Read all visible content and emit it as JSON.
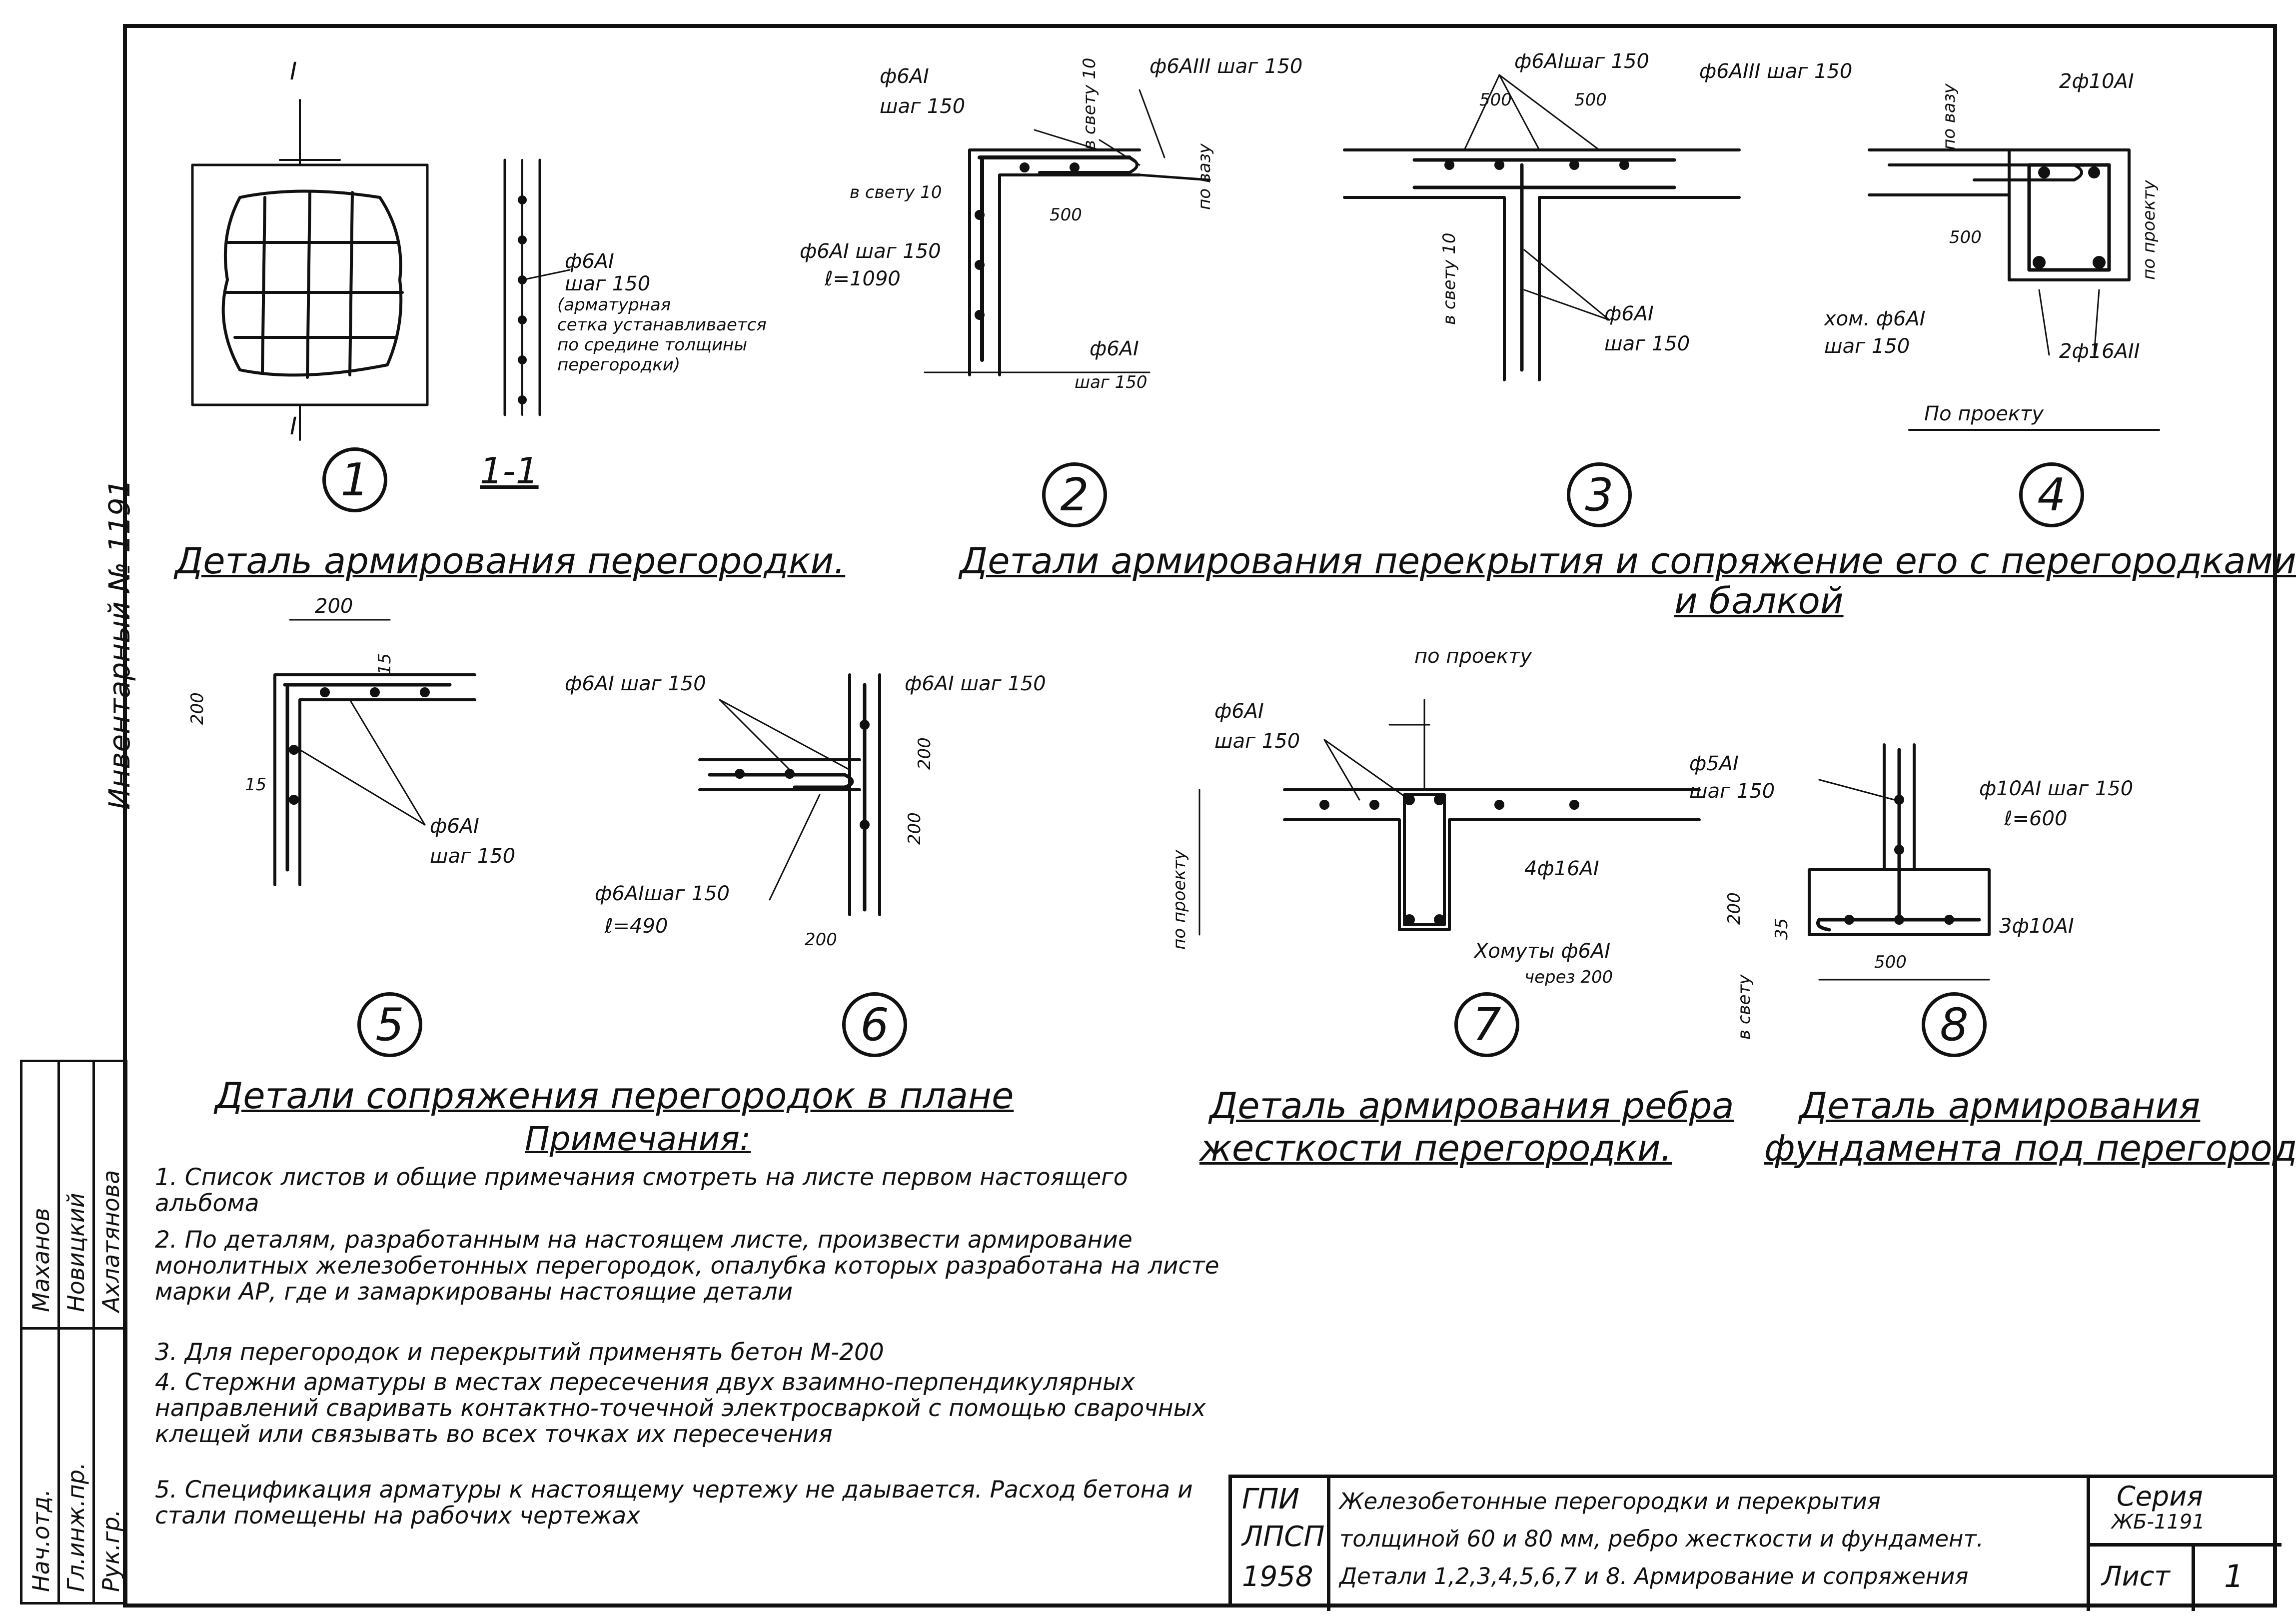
{
  "inventory_label": "Инвентарный № 1191",
  "signatures": {
    "roles": [
      "Нач.отд.",
      "Гл.инж.пр.",
      "Рук.гр."
    ],
    "names": [
      "Маханов",
      "Новицкий",
      "Ахлатянова"
    ]
  },
  "details_1": {
    "number": "1",
    "section_mark": "1-1",
    "cut_label_top": "I",
    "cut_label_bottom": "I",
    "rebar_label": "ф6АI",
    "rebar_step": "шаг 150",
    "mesh_note_lines": [
      "(арматурная",
      "сетка устанавливается",
      "по средине толщины",
      "перегородки)"
    ],
    "caption": "Деталь армирования перегородки."
  },
  "details_2": {
    "number": "2",
    "labels": [
      "ф6АI",
      "шаг 150",
      "в свету 10",
      "500",
      "ф6АI шаг 150",
      "ℓ=1090",
      "ф6АI",
      "шаг 150",
      "ф6АIII шаг 150",
      "в свету 10",
      "по вазу"
    ]
  },
  "details_3": {
    "number": "3",
    "labels": [
      "ф6АIшаг 150",
      "500",
      "500",
      "ф6АIII шаг 150",
      "в свету 10",
      "ф6АI",
      "шаг 150"
    ]
  },
  "details_4": {
    "number": "4",
    "labels": [
      "2ф10АI",
      "по вазу",
      "по проекту",
      "500",
      "хом. ф6АI",
      "шаг 150",
      "2ф16АII",
      "По проекту"
    ]
  },
  "caption_2_4": {
    "line1": "Детали армирования перекрытия и сопряжение его с перегородками",
    "line2": "и балкой"
  },
  "details_5": {
    "number": "5",
    "labels": [
      "200",
      "15",
      "200",
      "15",
      "ф6АI",
      "шаг 150"
    ]
  },
  "details_6": {
    "number": "6",
    "labels": [
      "ф6АI шаг 150",
      "ф6АI шаг 150",
      "200",
      "200",
      "ф6АIшаг 150",
      "ℓ=490",
      "200"
    ]
  },
  "caption_5_6": "Детали сопряжения перегородок в плане",
  "details_7": {
    "number": "7",
    "labels": [
      "по проекту",
      "ф6АI",
      "шаг 150",
      "по проекту",
      "4ф16АI",
      "Хомуты ф6АI",
      "через 200"
    ],
    "caption_line1": "Деталь армирования ребра",
    "caption_line2": "жесткости перегородки."
  },
  "details_8": {
    "number": "8",
    "labels": [
      "ф5АI",
      "шаг 150",
      "ф10АI шаг 150",
      "ℓ=600",
      "200",
      "35",
      "в свету",
      "3ф10АI",
      "500"
    ],
    "caption_line1": "Деталь армирования",
    "caption_line2": "фундамента под перегородки."
  },
  "notes": {
    "title": "Примечания:",
    "items": [
      "1. Список листов и общие примечания смотреть на листе первом настоящего альбома",
      "2. По деталям, разработанным на настоящем листе, произвести армирование монолитных железобетонных перегородок, опалубка которых разработана на листе марки АР, где и замаркированы настоящие детали",
      "3. Для перегородок и перекрытий применять бетон М-200",
      "4. Стержни арматуры в местах пересечения двух взаимно-перпендикулярных направлений сваривать контактно-точечной электросваркой с помощью сварочных клещей или связывать во всех точках их пересечения",
      "5. Спецификация арматуры к настоящему чертежу не даывается. Расход бетона и стали помещены на рабочих чертежах"
    ]
  },
  "stamp": {
    "org_lines": [
      "ГПИ",
      "ЛПСП",
      "1958"
    ],
    "title_lines": [
      "Железобетонные перегородки и перекрытия",
      "толщиной 60 и 80 мм, ребро жесткости и фундамент.",
      "Детали 1,2,3,4,5,6,7 и 8. Армирование и сопряжения"
    ],
    "series_label": "Серия",
    "series_value": "ЖБ-1191",
    "sheet_label": "Лист",
    "sheet_value": "1"
  }
}
